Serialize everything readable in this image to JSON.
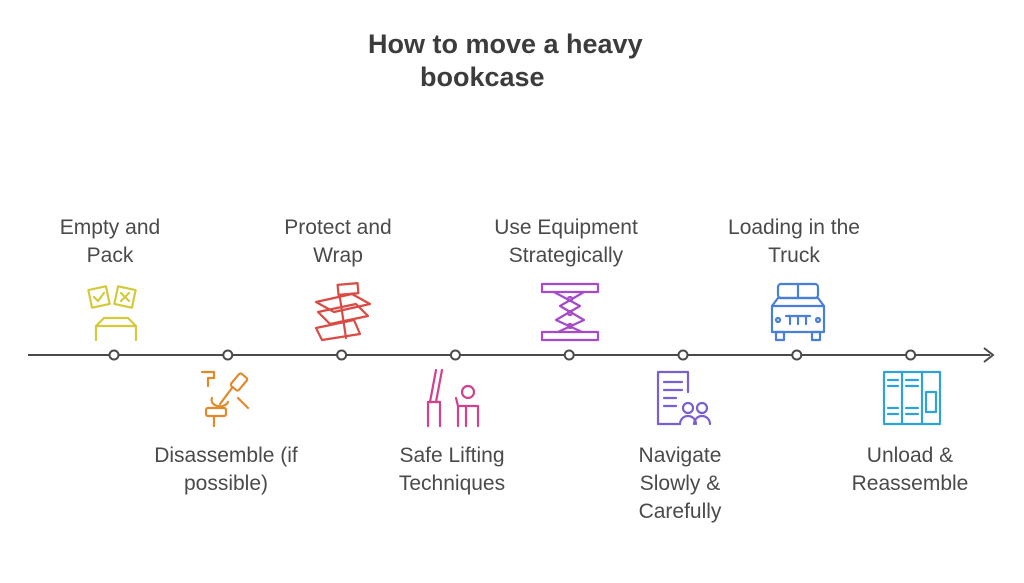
{
  "title": {
    "line1": "How to move a heavy",
    "line2": "bookcase"
  },
  "steps": [
    {
      "label": "Empty and\nPack",
      "position": "above",
      "icon": "checklist-box-icon",
      "color": "#d4c93a"
    },
    {
      "label": "Disassemble (if\npossible)",
      "position": "below",
      "icon": "hammer-tools-icon",
      "color": "#e08a2c"
    },
    {
      "label": "Protect and\nWrap",
      "position": "above",
      "icon": "wrapped-bookcase-icon",
      "color": "#d94b45"
    },
    {
      "label": "Safe Lifting\nTechniques",
      "position": "below",
      "icon": "person-lifting-icon",
      "color": "#d1418c"
    },
    {
      "label": "Use Equipment\nStrategically",
      "position": "above",
      "icon": "scissor-lift-icon",
      "color": "#a64ac9"
    },
    {
      "label": "Navigate\nSlowly &\nCarefully",
      "position": "below",
      "icon": "document-people-icon",
      "color": "#7a5fcf"
    },
    {
      "label": "Loading in the\nTruck",
      "position": "above",
      "icon": "truck-icon",
      "color": "#4a7fd6"
    },
    {
      "label": "Unload &\nReassemble",
      "position": "below",
      "icon": "shelf-unit-icon",
      "color": "#2ea3d4"
    }
  ],
  "colors": {
    "line": "#4a4a4a",
    "text": "#4a4a4a"
  }
}
